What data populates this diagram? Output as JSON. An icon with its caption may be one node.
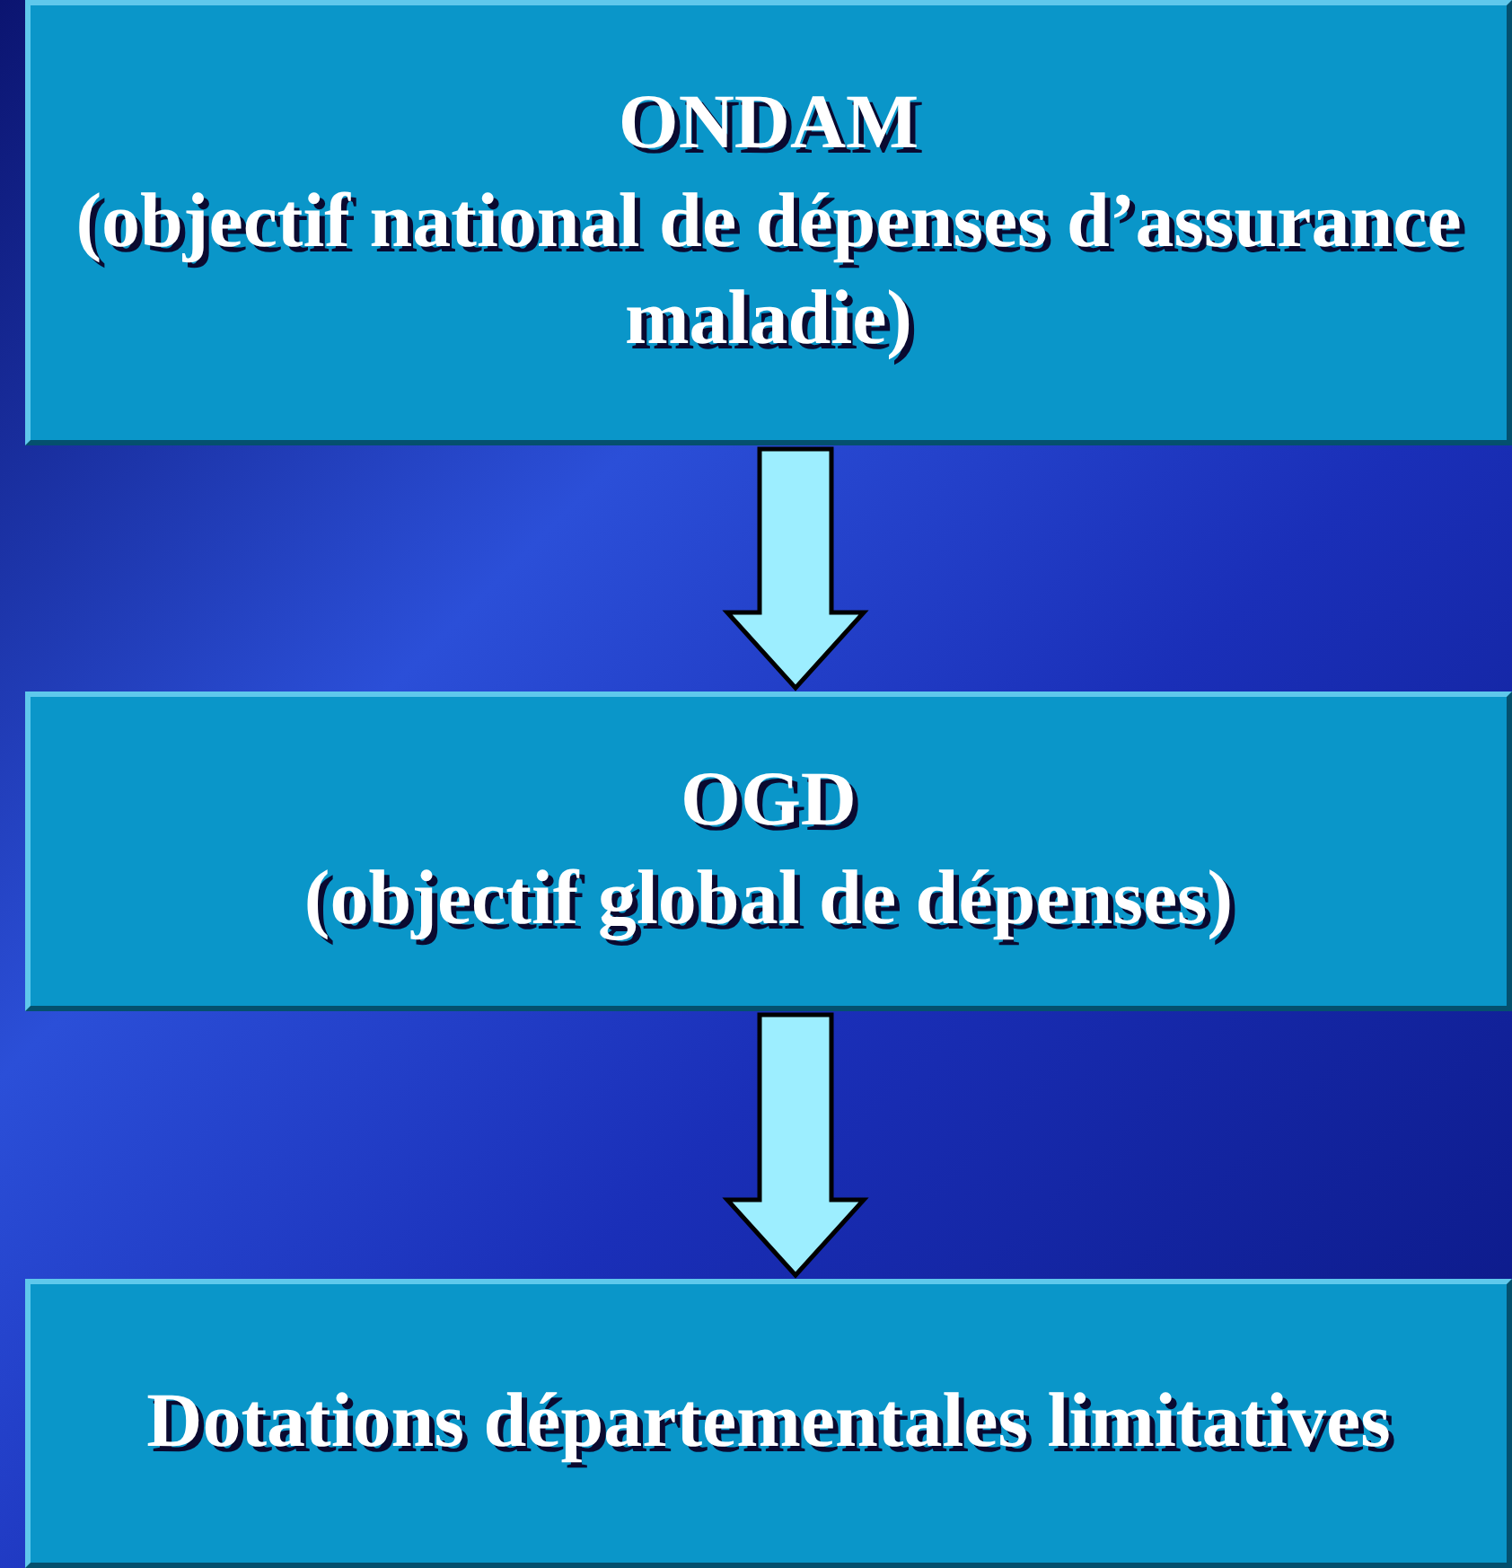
{
  "diagram": {
    "nodes": [
      {
        "text": [
          "ONDAM",
          "(objectif national de dépenses d’assurance maladie)"
        ]
      },
      {
        "text": [
          "OGD",
          "(objectif global de dépenses)"
        ]
      },
      {
        "text": [
          "Dotations départementales limitatives"
        ]
      }
    ],
    "edges": [
      {
        "from": 0,
        "to": 1,
        "arrow": "to"
      },
      {
        "from": 1,
        "to": 2,
        "arrow": "to"
      }
    ]
  }
}
